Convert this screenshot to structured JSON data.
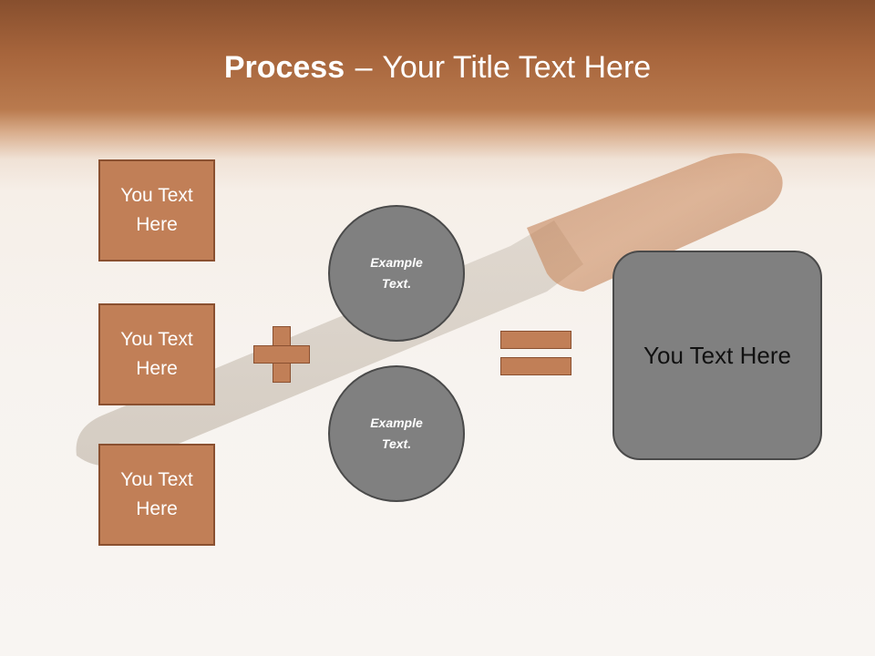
{
  "title": {
    "bold": "Process",
    "separator": "–",
    "rest": "Your Title Text Here"
  },
  "inputs": [
    {
      "label": "You Text Here"
    },
    {
      "label": "You Text Here"
    },
    {
      "label": "You Text Here"
    }
  ],
  "operators": {
    "plus": "plus-icon",
    "equals": "equals-icon"
  },
  "circles": [
    {
      "label": "Example Text."
    },
    {
      "label": "Example Text."
    }
  ],
  "result": {
    "label": "You Text Here"
  },
  "colors": {
    "header_top": "#874f2e",
    "header_bottom": "#b97a4e",
    "accent_fill": "#c17f57",
    "accent_border": "#8a5030",
    "gray_fill": "#808080",
    "gray_border": "#4a4a4a"
  }
}
